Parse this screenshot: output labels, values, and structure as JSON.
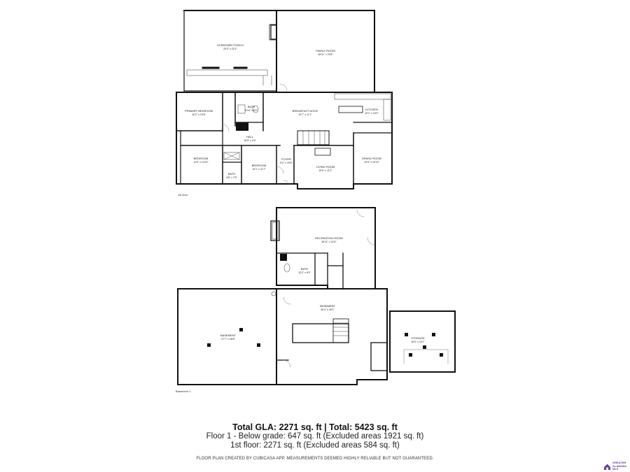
{
  "rooms": {
    "screened_porch": {
      "name": "SCREENED PORCH",
      "dims": "25'3\" x 22'1\""
    },
    "family_room": {
      "name": "FAMILY ROOM",
      "dims": "28'11\" x 22'8\""
    },
    "primary_bedroom": {
      "name": "PRIMARY BEDROOM",
      "dims": "16'2\" x 15'8\""
    },
    "bath_1": {
      "name": "BATH",
      "dims": "8'10\" x 8'2\""
    },
    "breakfast_nook": {
      "name": "BREAKFAST NOOK",
      "dims": "10'7\" x 11'1\""
    },
    "kitchen": {
      "name": "KITCHEN",
      "dims": "10'1\" x 15'0\""
    },
    "hall": {
      "name": "HALL",
      "dims": "16'5\" x 4'4\""
    },
    "bedroom_1": {
      "name": "BEDROOM",
      "dims": "11'5\" x 13'10\""
    },
    "bedroom_2": {
      "name": "BEDROOM",
      "dims": "10'1\" x 11'7\""
    },
    "bath_2": {
      "name": "BATH",
      "dims": "5'8\" x 7'5\""
    },
    "foyer": {
      "name": "FOYER",
      "dims": "5'2\" x 15'5\""
    },
    "living_room": {
      "name": "LIVING ROOM",
      "dims": "15'0\" x 11'2\""
    },
    "dining_room": {
      "name": "DINING ROOM",
      "dims": "10'5\" x 15'10\""
    },
    "recreation_room": {
      "name": "RECREATION ROOM",
      "dims": "28'11\" x 22'4\""
    },
    "bath_3": {
      "name": "BATH",
      "dims": "13'2\" x 9'0\""
    },
    "basement_center": {
      "name": "BASEMENT",
      "dims": "30'4\" x 26'1\""
    },
    "basement_left": {
      "name": "BASEMENT",
      "dims": "27'7\" x 28'8\""
    },
    "storage": {
      "name": "STORAGE",
      "dims": "18'0\" x 16'1\""
    }
  },
  "floor_labels": {
    "first_floor": "1st floor",
    "basement": "Basement 1"
  },
  "summary": {
    "total": "Total GLA: 2271 sq. ft | Total: 5423 sq. ft",
    "below_grade": "Floor 1 - Below grade: 647 sq. ft (Excluded areas 1921 sq. ft)",
    "first_floor": "1st floor: 2271 sq. ft (Excluded areas 584 sq. ft)",
    "disclaimer": "FLOOR PLAN CREATED BY CUBICASA APP. MEASUREMENTS DEEMED HIGHLY RELIABLE BUT NOT GUARANTEED."
  },
  "logo": {
    "line1": "GREATER",
    "line2": "ALABAMA",
    "line3": "MLS",
    "icon": "house-icon",
    "color": "#6a3fa0"
  },
  "colors": {
    "wall": "#111111",
    "fixture": "#555555",
    "background": "#ffffff"
  }
}
